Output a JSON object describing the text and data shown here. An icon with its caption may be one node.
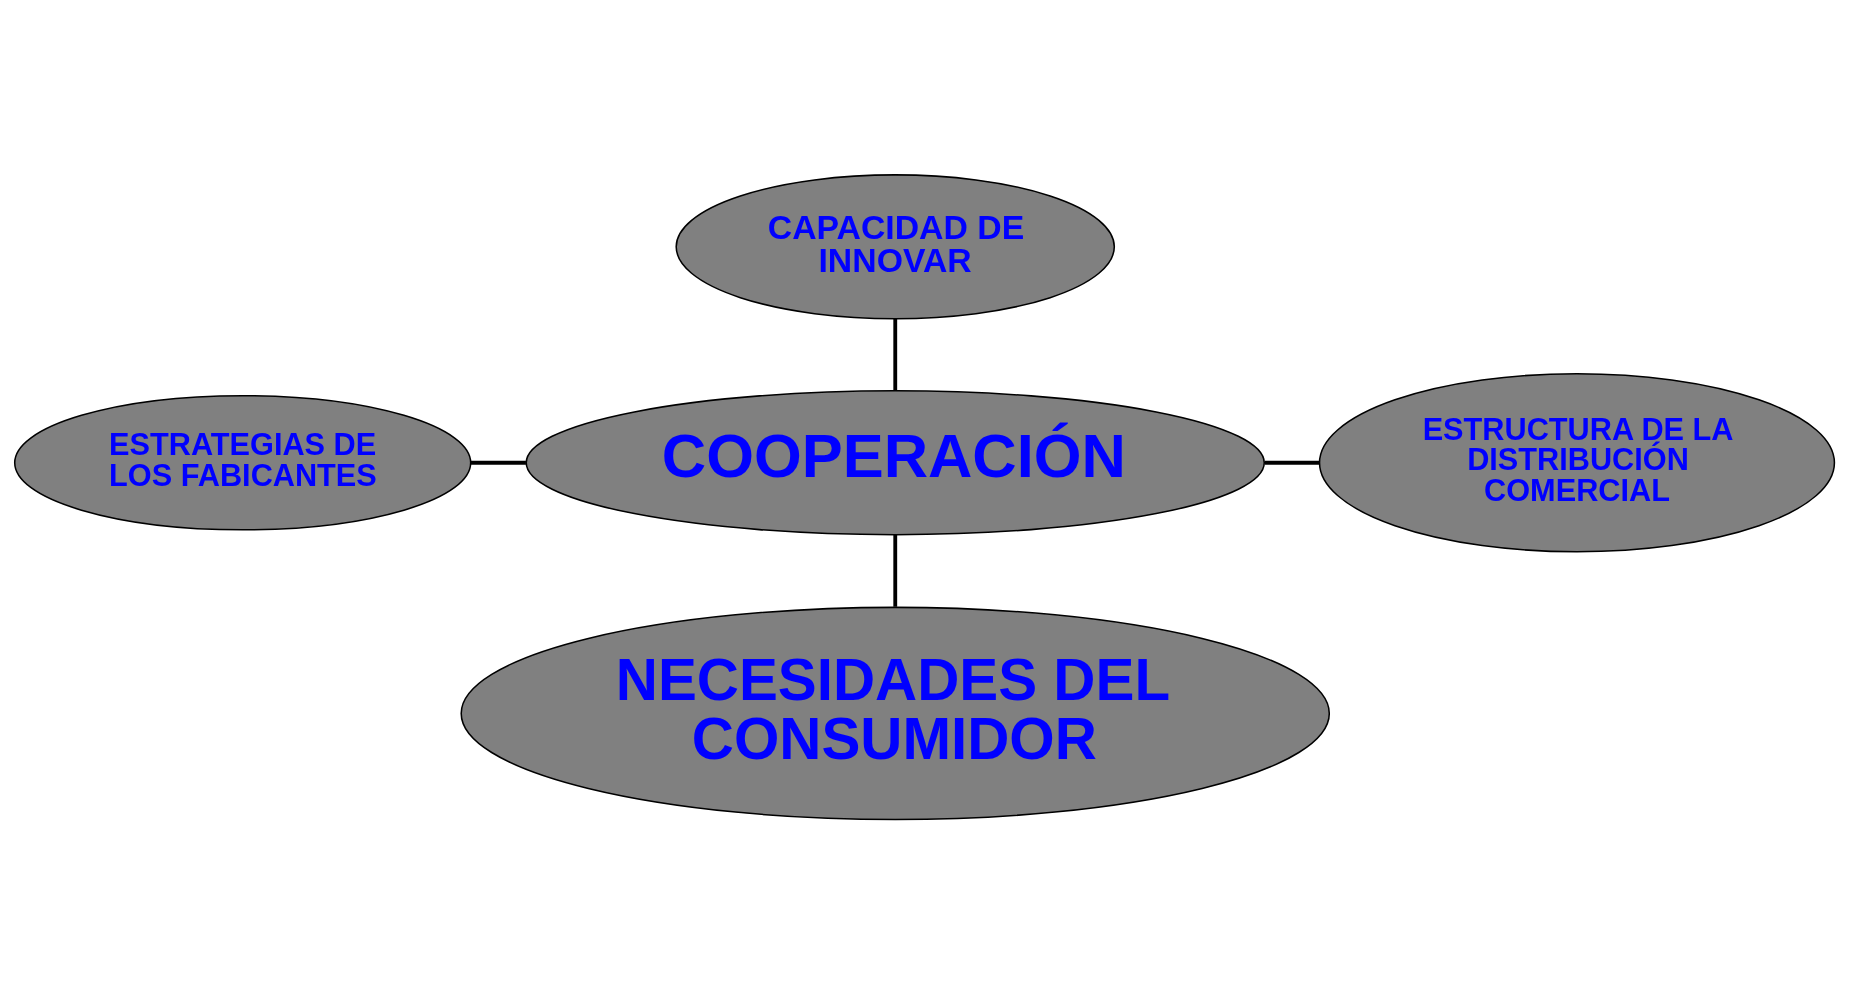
{
  "diagram": {
    "nodes": [
      {
        "text": [
          "CAPACIDAD DE INNOVAR"
        ]
      },
      {
        "text": [
          "ESTRATEGIAS DE LOS FABICANTES"
        ]
      },
      {
        "text": [
          "COOPERACIÓN"
        ]
      },
      {
        "text": [
          "ESTRUCTURA DE LA DISTRIBUCIÓN COMERCIAL"
        ]
      },
      {
        "text": [
          "NECESIDADES DEL CONSUMIDOR"
        ]
      }
    ],
    "edges": [
      {
        "from": 0,
        "to": 2,
        "arrow": "none"
      },
      {
        "from": 1,
        "to": 2,
        "arrow": "none"
      },
      {
        "from": 2,
        "to": 3,
        "arrow": "none"
      },
      {
        "from": 2,
        "to": 4,
        "arrow": "none"
      }
    ]
  }
}
